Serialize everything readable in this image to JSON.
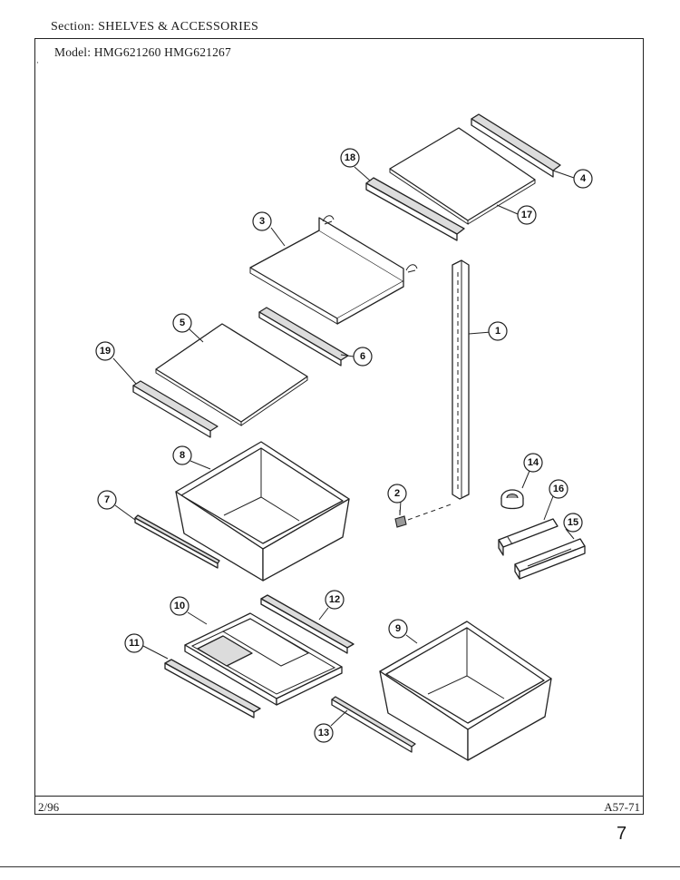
{
  "header": {
    "section_label": "Section:",
    "section_value": "SHELVES & ACCESSORIES",
    "model_label": "Model:",
    "model_value": "HMG621260  HMG621267"
  },
  "footer": {
    "date_code": "2/96",
    "figure_code": "A57-71",
    "page_number": "7"
  },
  "callouts": [
    "1",
    "2",
    "3",
    "4",
    "5",
    "6",
    "7",
    "8",
    "9",
    "10",
    "11",
    "12",
    "13",
    "14",
    "15",
    "16",
    "17",
    "18",
    "19"
  ]
}
